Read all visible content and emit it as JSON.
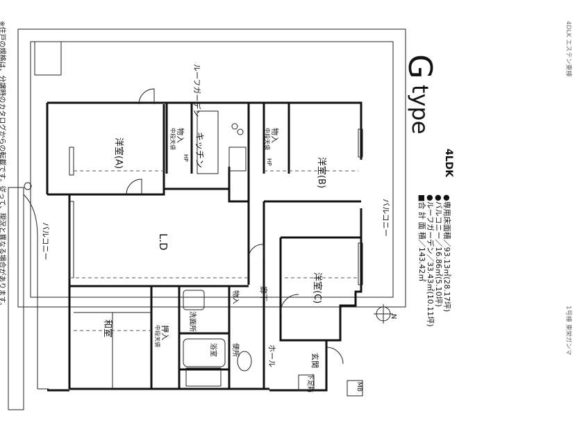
{
  "type_block": {
    "letter": "G",
    "type_word": "type",
    "layout": "4LDK"
  },
  "areas": {
    "exclusive": "●専用床面積／93.13㎡(28.17坪)",
    "balcony": "●バルコニー／16.86㎡(5.10坪)",
    "roof_garden": "●ルーフガーデン／33.43㎡(10.11坪)",
    "total": "■合 計 面 積／143.42㎡"
  },
  "rooms": {
    "roof_garden": "ルーフガーデン",
    "western_a": "洋室(A)",
    "storage_top_left": "物入",
    "storage_ceiling": "中段天袋",
    "kitchen": "キッチン",
    "storage_top_right": "物入",
    "western_b": "洋室(B)",
    "balcony_left": "バルコニー",
    "balcony_right": "バルコニー",
    "ldk": "L.D",
    "western_c": "洋室(C)",
    "japanese": "和室",
    "oshiire": "押入",
    "washroom": "洗面所",
    "storage_mid": "物入",
    "bathroom": "浴室",
    "toilet": "便所",
    "corridor": "廊下",
    "hall": "ホール",
    "entrance": "玄関",
    "shoe_box": "下足箱",
    "mb": "MB",
    "hp": "HP",
    "north": "N"
  },
  "margin_text": {
    "left": "※住戸の規格は、分譲時のカタログからの転載です。従って、現況と異なる場合があります。",
    "right_top": "4DLK エステン東棟",
    "right_bottom": "1号棟 東栄ガンマ"
  }
}
